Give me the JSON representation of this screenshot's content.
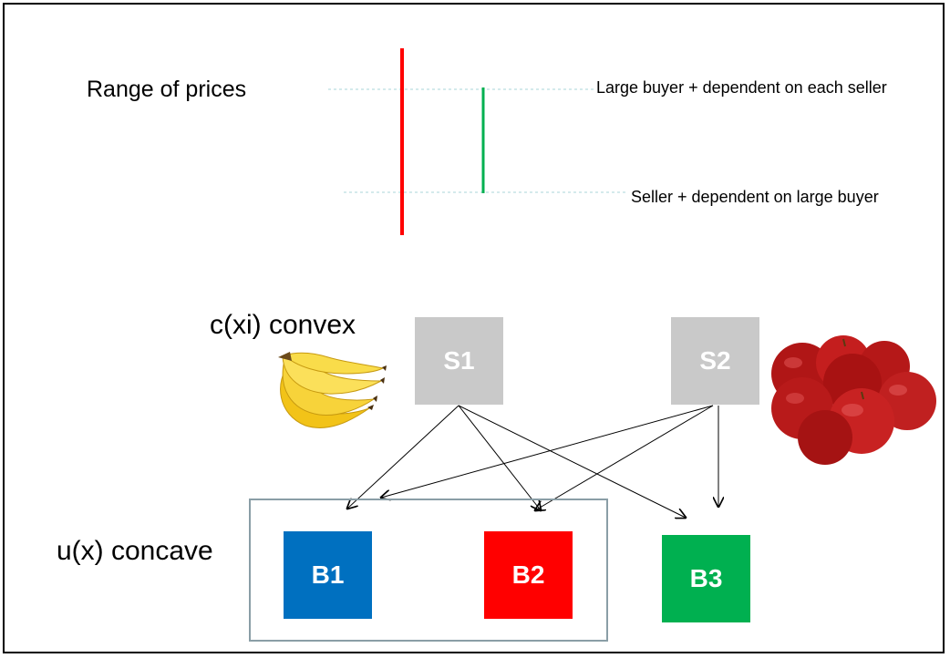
{
  "labels": {
    "range_of_prices": "Range of prices",
    "large_buyer": "Large buyer + dependent on each seller",
    "seller_dependent": "Seller + dependent on large buyer",
    "cost_convex": "c(xi) convex",
    "utility_concave": "u(x) concave"
  },
  "nodes": {
    "s1": "S1",
    "s2": "S2",
    "b1": "B1",
    "b2": "B2",
    "b3": "B3"
  },
  "images": {
    "left": "banana-bunch",
    "right": "red-apples"
  },
  "colors": {
    "seller": "#c9c9c9",
    "b1": "#0070c0",
    "b2": "#ff0000",
    "b3": "#00b050",
    "wide_range_bar": "#ff0000",
    "narrow_range_bar": "#00b050",
    "group_border": "#8a9ea6",
    "guide_line": "#a8d4d8"
  },
  "edges": [
    {
      "from": "S1",
      "to": "B1"
    },
    {
      "from": "S1",
      "to": "B2"
    },
    {
      "from": "S1",
      "to": "B3"
    },
    {
      "from": "S2",
      "to": "B1"
    },
    {
      "from": "S2",
      "to": "B2"
    },
    {
      "from": "S2",
      "to": "B3"
    }
  ]
}
